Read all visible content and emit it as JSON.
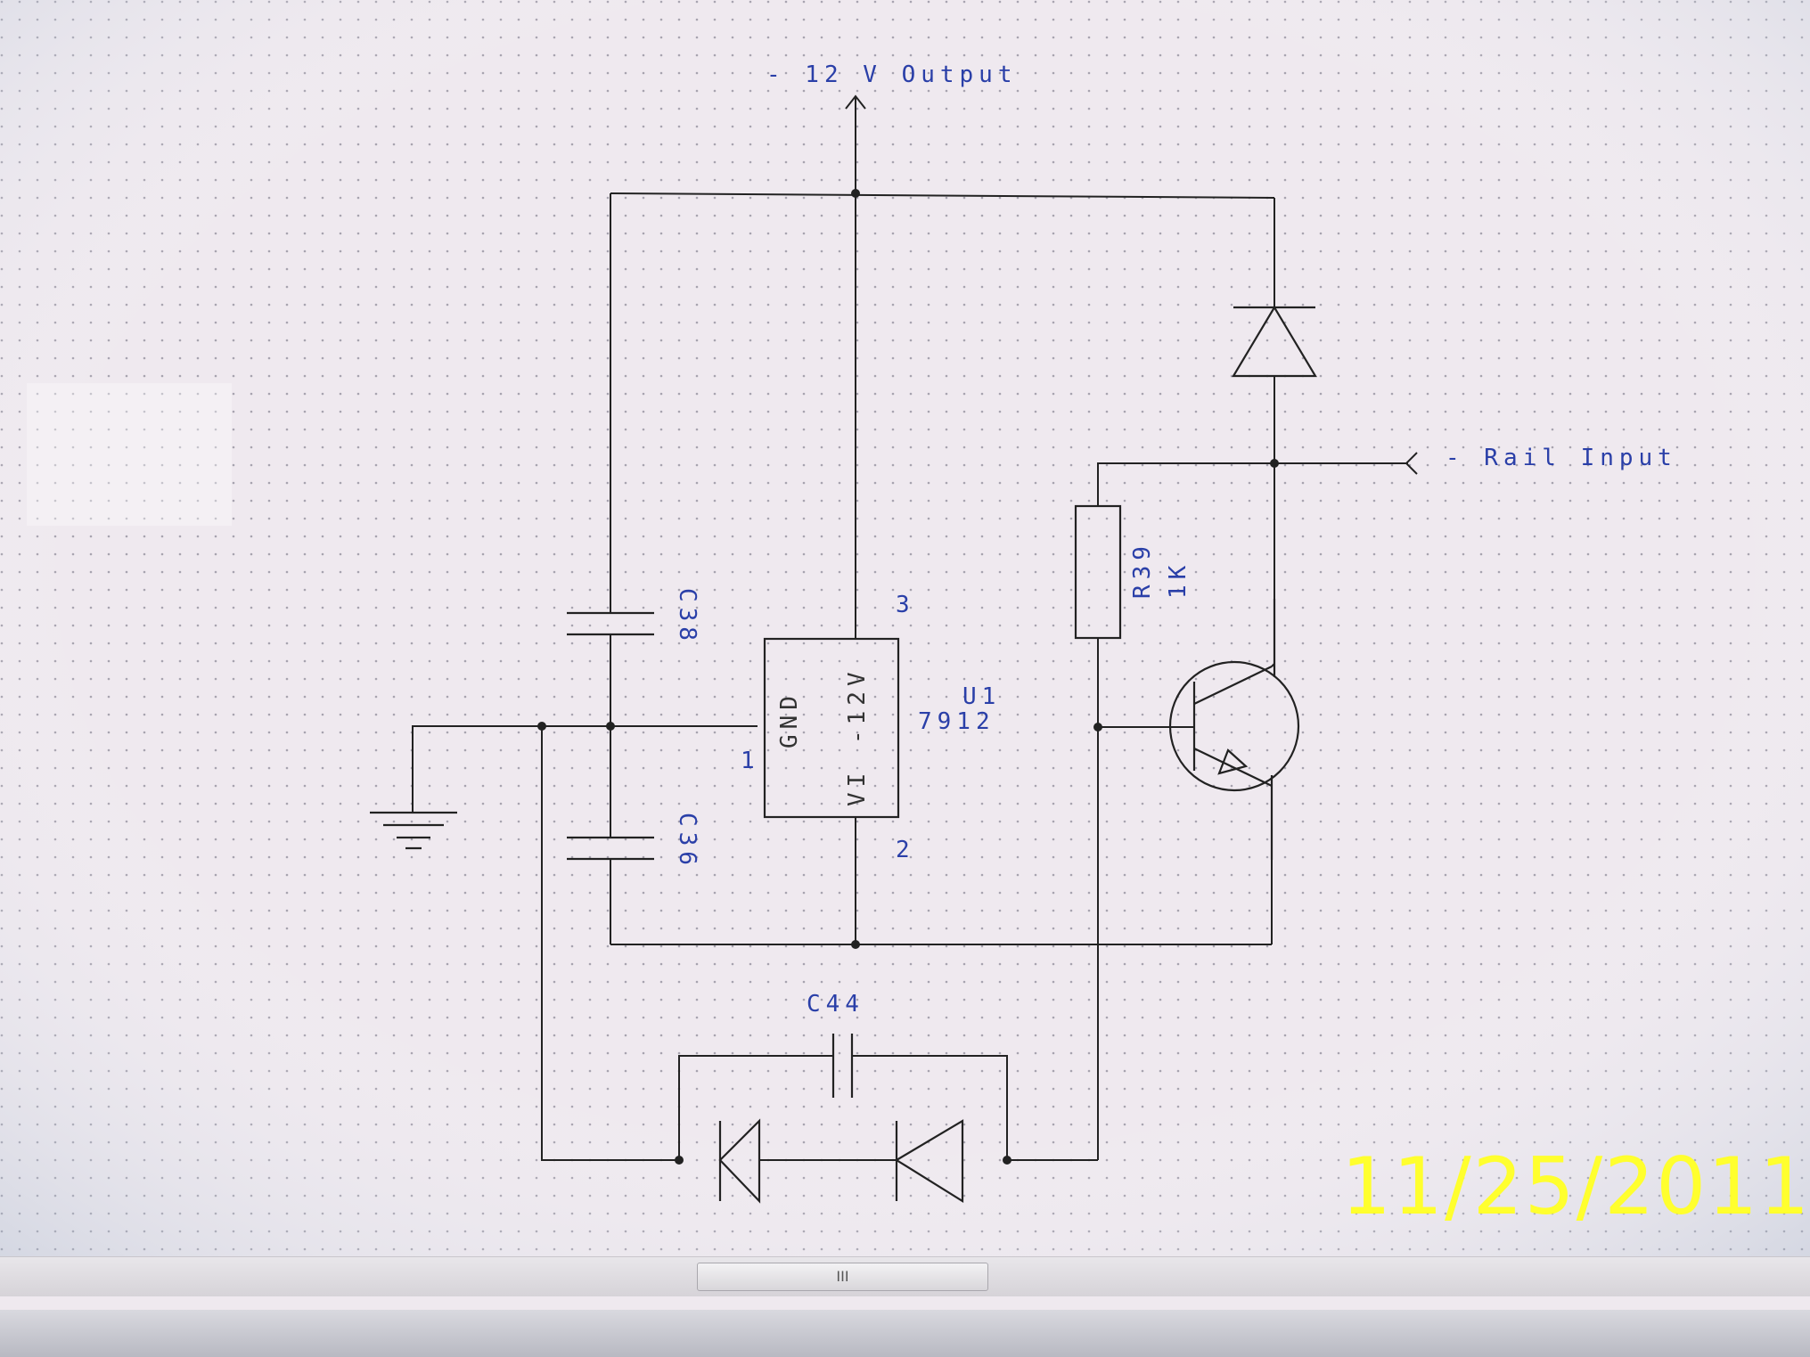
{
  "labels": {
    "output": "- 12 V Output",
    "rail_input": "- Rail Input",
    "c38": "C38",
    "c36": "C36",
    "c44": "C44",
    "r39": "R39",
    "r39_value": "1K",
    "u1": "U1",
    "u1_part": "7912",
    "u1_gnd": "GND",
    "u1_vi": "VI",
    "u1_vout": "-12V",
    "pin1": "1",
    "pin2": "2",
    "pin3": "3"
  },
  "date_stamp": "11/25/2011",
  "scrollbar": {
    "thumb_label": "III"
  },
  "colors": {
    "label": "#2a3fa8",
    "wire": "#222222",
    "stamp": "#ffff2e",
    "background": "#efe9ef"
  }
}
